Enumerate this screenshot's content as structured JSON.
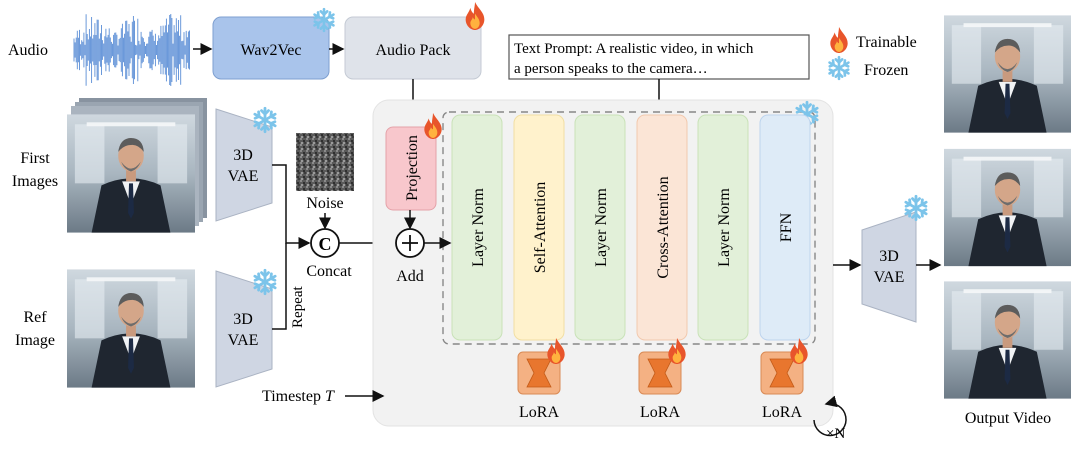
{
  "inputs": {
    "audio": "Audio",
    "first_images": [
      "First",
      "Images"
    ],
    "ref_image": [
      "Ref",
      "Image"
    ],
    "noise": "Noise",
    "timestep_prefix": "Timestep ",
    "timestep_symbol": "T"
  },
  "blocks": {
    "wav2vec": "Wav2Vec",
    "audio_pack": "Audio Pack",
    "vae": [
      "3D",
      "VAE"
    ],
    "projection": "Projection",
    "concat_symbol": "C",
    "concat": "Concat",
    "add": "Add",
    "repeat": "Repeat",
    "output_vae": [
      "3D",
      "VAE"
    ]
  },
  "prompt": [
    "Text Prompt: A realistic video, in which",
    "a person speaks to the camera…"
  ],
  "layers": [
    {
      "label": "Layer Norm",
      "fill": "#e2f0d9",
      "border": "#c9e2b8"
    },
    {
      "label": "Self-Attention",
      "fill": "#fff2cc",
      "border": "#f2dfa3"
    },
    {
      "label": "Layer Norm",
      "fill": "#e2f0d9",
      "border": "#c9e2b8"
    },
    {
      "label": "Cross-Attention",
      "fill": "#fbe5d6",
      "border": "#f2c9ae"
    },
    {
      "label": "Layer Norm",
      "fill": "#e2f0d9",
      "border": "#c9e2b8"
    },
    {
      "label": "FFN",
      "fill": "#deebf7",
      "border": "#bdd4ee"
    }
  ],
  "lora": [
    "LoRA",
    "LoRA",
    "LoRA"
  ],
  "repeat_count": "×N",
  "legend": {
    "trainable": "Trainable",
    "frozen": "Frozen"
  },
  "output": {
    "label": "Output Video"
  },
  "colors": {
    "wav2vec": "#a9c4eb",
    "audio_pack": "#dfe3ea",
    "vae": "#cfd6e3",
    "projection": "#f8c7cc",
    "lora": "#f4b183",
    "container": "#f2f2f2",
    "trainable_icon": "#e8552b",
    "frozen_icon": "#7cc4ea"
  },
  "icons": {
    "trainable": "flame-icon",
    "frozen": "snowflake-icon"
  }
}
